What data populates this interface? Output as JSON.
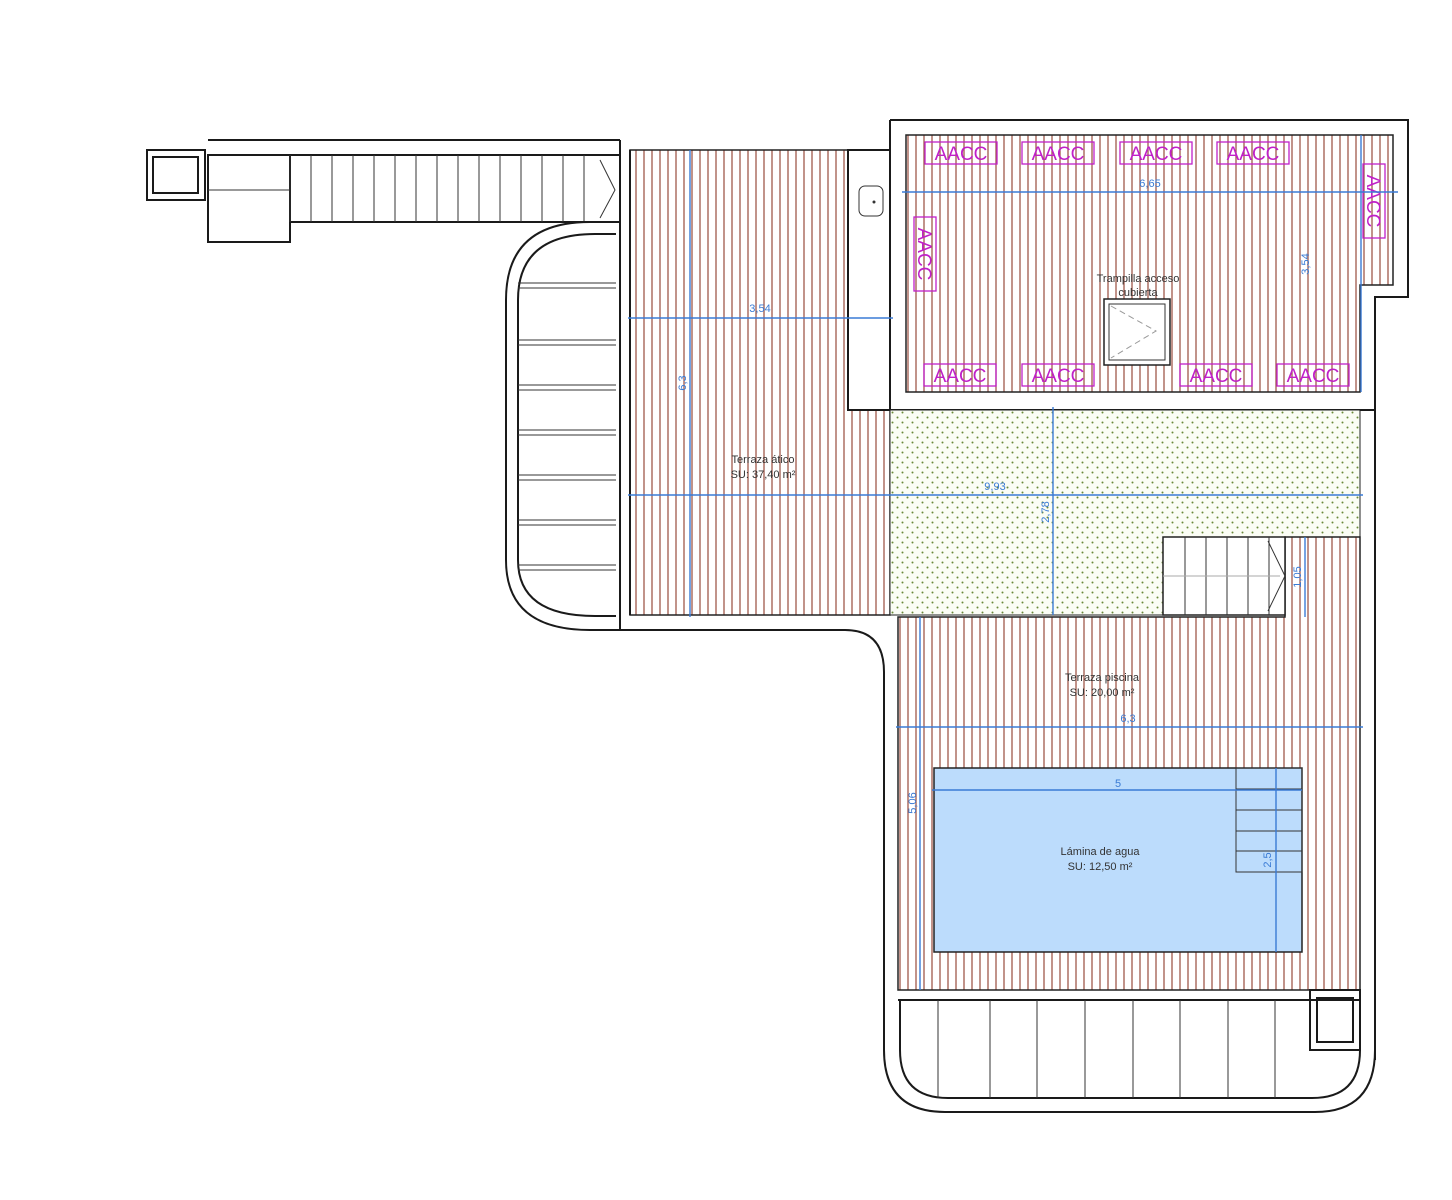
{
  "title": "Planta cubierta - terrazas",
  "colors": {
    "dimension": "#3a7bd5",
    "hvac": "#c020c8",
    "deck": "#a0594a",
    "pool": "#bcdcfc",
    "green_dots": "#6a8a3a"
  },
  "rooms": {
    "terraza_atico": {
      "name": "Terraza ático",
      "area": "SU: 37,40 m²"
    },
    "terraza_piscina": {
      "name": "Terraza piscina",
      "area": "SU: 20,00 m²"
    },
    "lamina_agua": {
      "name": "Lámina de agua",
      "area": "SU: 12,50 m²"
    },
    "trampilla": {
      "line1": "Trampilla acceso",
      "line2": "cubierta"
    }
  },
  "hvac_label": "AACC",
  "dimensions": {
    "atico_width": "3,54",
    "atico_height": "6,3",
    "upper_width": "6,65",
    "upper_height": "3,54",
    "total_width": "9,93",
    "green_height": "2,78",
    "step_height": "1,05",
    "piscina_width": "6,3",
    "piscina_height": "5,06",
    "pool_length": "5",
    "pool_width": "2,5"
  }
}
